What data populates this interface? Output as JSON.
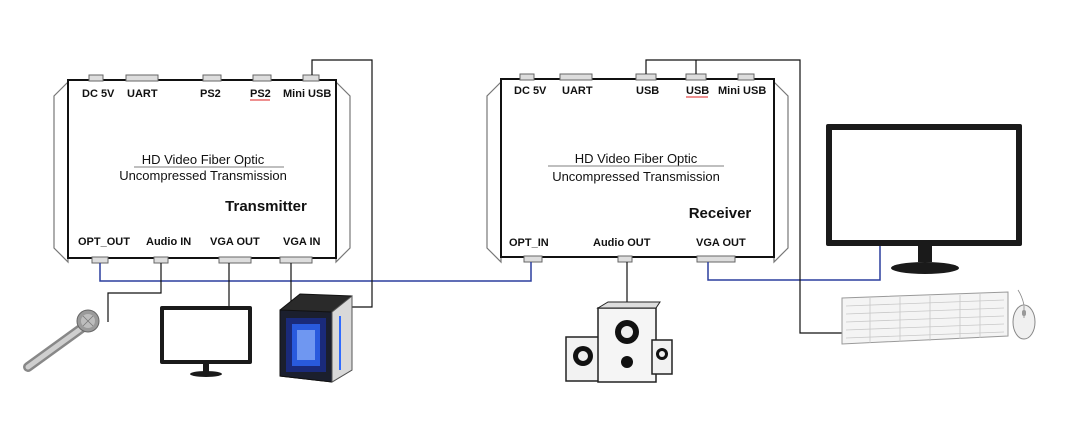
{
  "transmitter": {
    "top_ports": [
      "DC 5V",
      "UART",
      "PS2",
      "PS2",
      "Mini USB"
    ],
    "bottom_ports": [
      "OPT_OUT",
      "Audio IN",
      "VGA OUT",
      "VGA IN"
    ],
    "caption_line1": "HD Video Fiber Optic",
    "caption_line2": "Uncompressed Transmission",
    "role": "Transmitter"
  },
  "receiver": {
    "top_ports": [
      "DC 5V",
      "UART",
      "USB",
      "USB",
      "Mini USB"
    ],
    "bottom_ports": [
      "OPT_IN",
      "Audio OUT",
      "VGA OUT"
    ],
    "caption_line1": "HD Video Fiber Optic",
    "caption_line2": "Uncompressed Transmission",
    "role": "Receiver"
  },
  "peripherals": [
    "microphone-icon",
    "monitor-icon",
    "pc-tower-icon",
    "speakers-icon",
    "keyboard-icon",
    "mouse-icon"
  ],
  "colors": {
    "fiber_link": "#2b3f9e",
    "cable": "#111111",
    "device_border": "#111111"
  }
}
